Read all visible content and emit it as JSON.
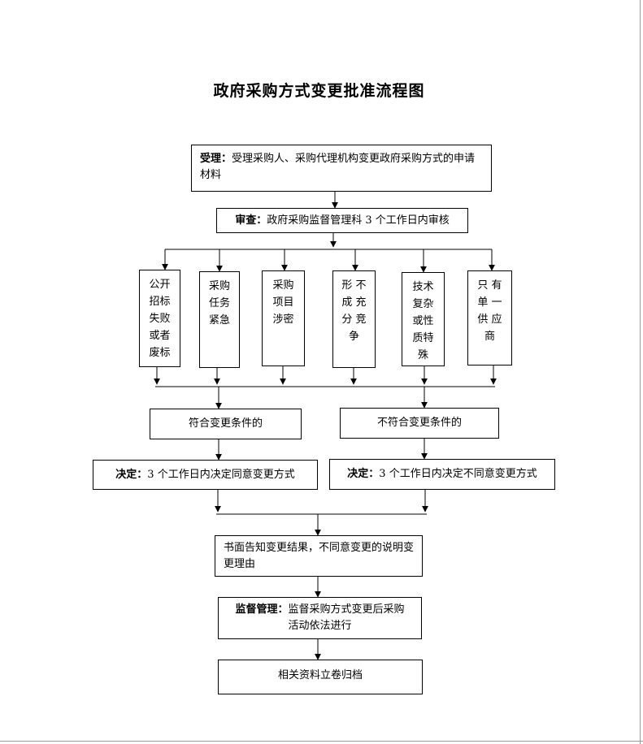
{
  "title": "政府采购方式变更批准流程图",
  "nodes": {
    "accept": {
      "label": "受理：",
      "text": "受理采购人、采购代理机构变更政府采购方式的申请材料"
    },
    "review": {
      "label": "审查：",
      "text": "政府采购监督管理科 3 个工作日内审核"
    },
    "reasons": [
      {
        "lines": [
          "公开",
          "招标",
          "失败",
          "或者",
          "废标"
        ]
      },
      {
        "lines": [
          "采购",
          "任务",
          "紧急"
        ]
      },
      {
        "lines": [
          "采购",
          "项目",
          "涉密"
        ]
      },
      {
        "lines": [
          "形 不",
          "成 充",
          "分 竞",
          "争"
        ]
      },
      {
        "lines": [
          "技术",
          "复杂",
          "或性",
          "质特",
          "殊"
        ]
      },
      {
        "lines": [
          "只 有",
          "单 一",
          "供 应",
          "商"
        ]
      }
    ],
    "eligible": {
      "text": "符合变更条件的"
    },
    "ineligible": {
      "text": "不符合变更条件的"
    },
    "decision_yes": {
      "label": "决定：",
      "text": "3 个工作日内决定同意变更方式"
    },
    "decision_no": {
      "label": "决定：",
      "text": "3 个工作日内决定不同意变更方式"
    },
    "notify": {
      "text": "书面告知变更结果，不同意变更的说明变更理由"
    },
    "supervise": {
      "label": "监督管理：",
      "text": "监督采购方式变更后采购活动依法进行"
    },
    "archive": {
      "text": "相关资料立卷归档"
    }
  }
}
